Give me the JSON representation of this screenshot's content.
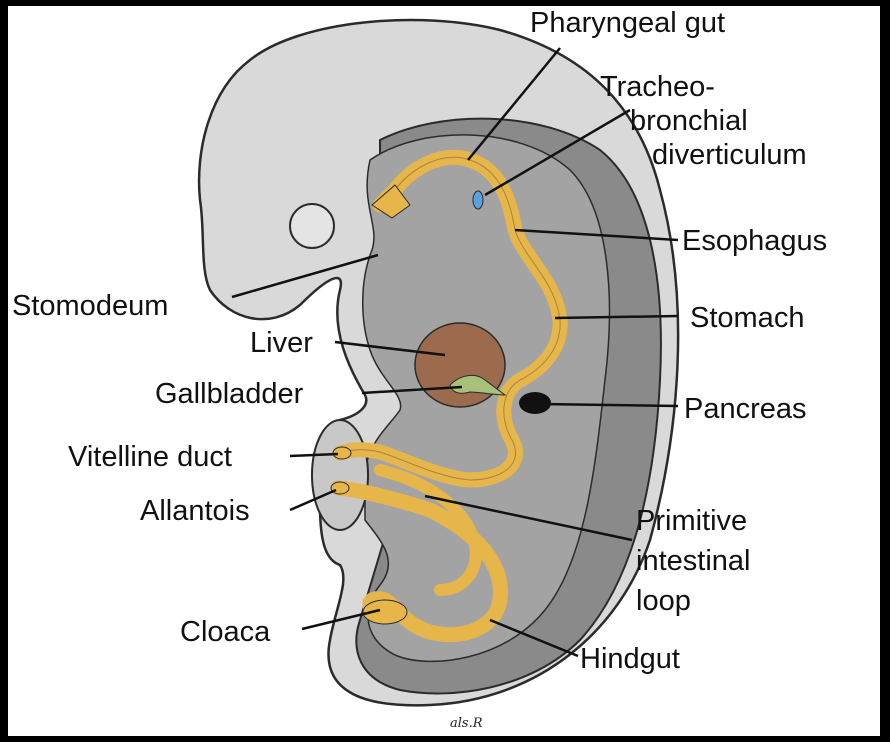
{
  "diagram": {
    "labels": {
      "pharyngeal_gut": "Pharyngeal gut",
      "tracheo_1": "Tracheo-",
      "tracheo_2": "bronchial",
      "tracheo_3": "diverticulum",
      "esophagus": "Esophagus",
      "stomach": "Stomach",
      "pancreas": "Pancreas",
      "stomodeum": "Stomodeum",
      "liver": "Liver",
      "gallbladder": "Gallbladder",
      "vitelline_duct": "Vitelline duct",
      "allantois": "Allantois",
      "primitive_1": "Primitive",
      "primitive_2": "intestinal",
      "primitive_3": "loop",
      "cloaca": "Cloaca",
      "hindgut": "Hindgut"
    },
    "signature": "als.R"
  },
  "colors": {
    "background": "#000000",
    "embryo_light": "#d9d9d9",
    "embryo_mid": "#a3a3a3",
    "embryo_dark": "#8a8a8a",
    "gut": "#e7b64a",
    "liver": "#9c6b4e",
    "gallbladder": "#a8c07a",
    "pancreas": "#111111",
    "tracheobronchial": "#5aa2d8",
    "outline": "#2b2b2b"
  }
}
